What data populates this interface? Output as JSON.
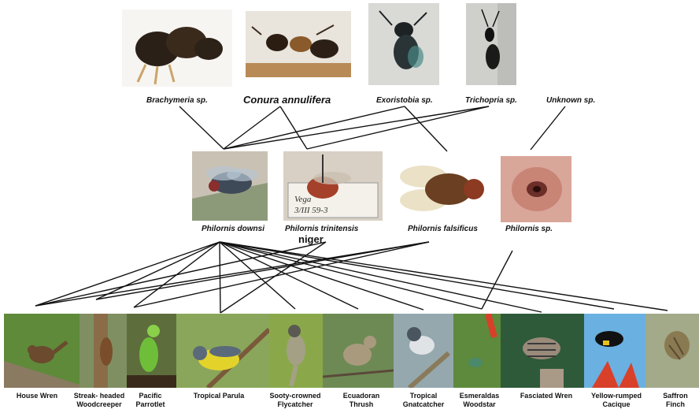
{
  "parasitoids": [
    {
      "id": "brachymeria",
      "label": "Brachymeria sp.",
      "icon": "wasp-photo"
    },
    {
      "id": "conura",
      "label": "Conura annulifera",
      "icon": "wasp-photo"
    },
    {
      "id": "exoristobia",
      "label": "Exoristobia sp.",
      "icon": "wasp-photo"
    },
    {
      "id": "trichopria",
      "label": "Trichopria sp.",
      "icon": "wasp-photo"
    },
    {
      "id": "unknown",
      "label": "Unknown sp.",
      "icon": ""
    }
  ],
  "flies": [
    {
      "id": "downsi",
      "label": "Philornis downsi",
      "icon": "fly-photo"
    },
    {
      "id": "trinitensis",
      "label": "Philornis trinitensis",
      "icon": "fly-specimen-photo"
    },
    {
      "id": "niger",
      "label": "niger",
      "icon": ""
    },
    {
      "id": "falsificus",
      "label": "Philornis falsificus",
      "icon": "fly-photo"
    },
    {
      "id": "sp",
      "label": "Philornis sp.",
      "icon": "larva-photo"
    }
  ],
  "birds": [
    {
      "id": "house-wren",
      "name": "House Wren"
    },
    {
      "id": "woodcreeper",
      "name": "Streak- headed Woodcreeper"
    },
    {
      "id": "parrotlet",
      "name": "Pacific Parrotlet"
    },
    {
      "id": "parula",
      "name": "Tropical Parula"
    },
    {
      "id": "flycatcher",
      "name": "Sooty-crowned Flycatcher"
    },
    {
      "id": "thrush",
      "name": "Ecuadoran Thrush"
    },
    {
      "id": "gnatcatcher",
      "name": "Tropical Gnatcatcher"
    },
    {
      "id": "woodstar",
      "name": "Esmeraldas Woodstar"
    },
    {
      "id": "wren",
      "name": "Fasciated Wren"
    },
    {
      "id": "cacique",
      "name": "Yellow-rumped Cacique"
    },
    {
      "id": "finch",
      "name": "Saffron Finch"
    }
  ],
  "links": [
    [
      "brachymeria",
      "downsi"
    ],
    [
      "conura",
      "downsi"
    ],
    [
      "conura",
      "trinitensis"
    ],
    [
      "exoristobia",
      "downsi"
    ],
    [
      "exoristobia",
      "falsificus"
    ],
    [
      "trichopria",
      "downsi"
    ],
    [
      "trichopria",
      "trinitensis"
    ],
    [
      "unknown",
      "sp"
    ],
    [
      "downsi",
      "house-wren"
    ],
    [
      "downsi",
      "woodcreeper"
    ],
    [
      "downsi",
      "parrotlet"
    ],
    [
      "downsi",
      "parula"
    ],
    [
      "downsi",
      "flycatcher"
    ],
    [
      "downsi",
      "thrush"
    ],
    [
      "downsi",
      "gnatcatcher"
    ],
    [
      "downsi",
      "woodstar"
    ],
    [
      "downsi",
      "wren"
    ],
    [
      "downsi",
      "cacique"
    ],
    [
      "downsi",
      "finch"
    ],
    [
      "trinitensis",
      "house-wren"
    ],
    [
      "trinitensis",
      "parula"
    ],
    [
      "falsificus",
      "house-wren"
    ],
    [
      "falsificus",
      "woodcreeper"
    ],
    [
      "falsificus",
      "parrotlet"
    ],
    [
      "sp",
      "woodstar"
    ]
  ],
  "colors": {
    "line": "#111111",
    "label": "#111111"
  }
}
